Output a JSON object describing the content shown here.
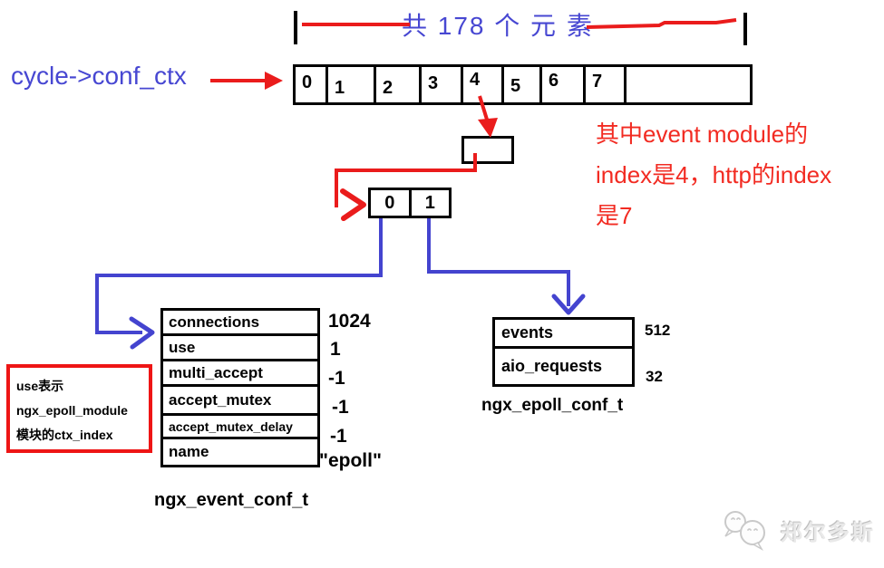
{
  "colors": {
    "blue_text": "#4747d2",
    "blue_arrow": "#4444cf",
    "red": "#ea1c1c",
    "red_note_text": "#f22b22",
    "black": "#000000",
    "watermark_gray": "#d9d9d9"
  },
  "bracket": {
    "label": "共 178 个 元 素"
  },
  "pointer": {
    "label": "cycle->conf_ctx"
  },
  "array": {
    "cells": [
      "0",
      "1",
      "2",
      "3",
      "4",
      "5",
      "6",
      "7",
      ""
    ]
  },
  "index_box": {
    "cells": [
      "0",
      "1"
    ]
  },
  "note_right": {
    "lines": [
      "其中event module的",
      "index是4，http的index",
      "是7"
    ]
  },
  "event_table": {
    "title": "ngx_event_conf_t",
    "rows": [
      {
        "field": "connections",
        "value": "1024"
      },
      {
        "field": "use",
        "value": "1"
      },
      {
        "field": "multi_accept",
        "value": "-1"
      },
      {
        "field": "accept_mutex",
        "value": "-1"
      },
      {
        "field": "accept_mutex_delay",
        "value": "-1"
      },
      {
        "field": "name",
        "value": "\"epoll\""
      }
    ]
  },
  "epoll_table": {
    "title": "ngx_epoll_conf_t",
    "rows": [
      {
        "field": "events",
        "value": "512"
      },
      {
        "field": "aio_requests",
        "value": "32"
      }
    ]
  },
  "use_note": {
    "lines": [
      "use表示",
      "ngx_epoll_module",
      "模块的ctx_index"
    ]
  },
  "watermark": {
    "text": "郑尔多斯"
  }
}
